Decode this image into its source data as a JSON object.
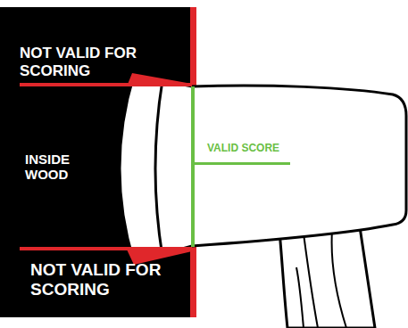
{
  "diagram": {
    "labels": [
      "NOT VALID FOR SCORING",
      "INSIDE WOOD",
      "VALID SCORE",
      "NOT VALID FOR SCORING"
    ]
  }
}
